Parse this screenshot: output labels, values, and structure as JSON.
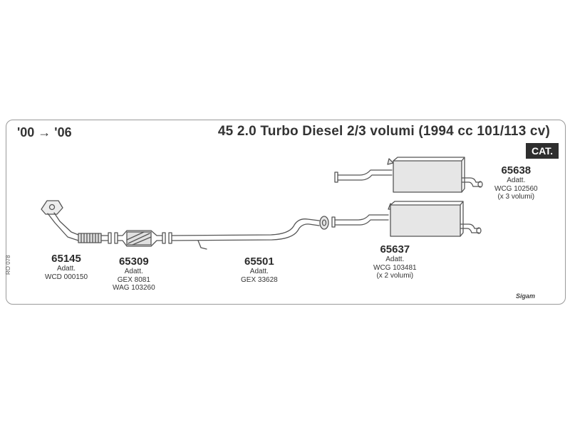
{
  "header": {
    "years": "'00 → '06",
    "title": "45 2.0 Turbo Diesel 2/3 volumi (1994 cc 101/113 cv)",
    "cat_badge": "CAT."
  },
  "parts": [
    {
      "code": "65145",
      "lines": [
        "Adatt.",
        "WCD 000150"
      ]
    },
    {
      "code": "65309",
      "lines": [
        "Adatt.",
        "GEX 8081",
        "WAG 103260"
      ]
    },
    {
      "code": "65501",
      "lines": [
        "Adatt.",
        "GEX 33628"
      ]
    },
    {
      "code": "65637",
      "lines": [
        "Adatt.",
        "WCG 103481",
        "(x 2 volumi)"
      ]
    },
    {
      "code": "65638",
      "lines": [
        "Adatt.",
        "WCG 102560",
        "(x 3 volumi)"
      ]
    }
  ],
  "side_ref": "RO 078",
  "brand": "Sigam",
  "colors": {
    "line": "#555555",
    "fill": "#e6e6e6",
    "badge": "#2e2e2e"
  }
}
